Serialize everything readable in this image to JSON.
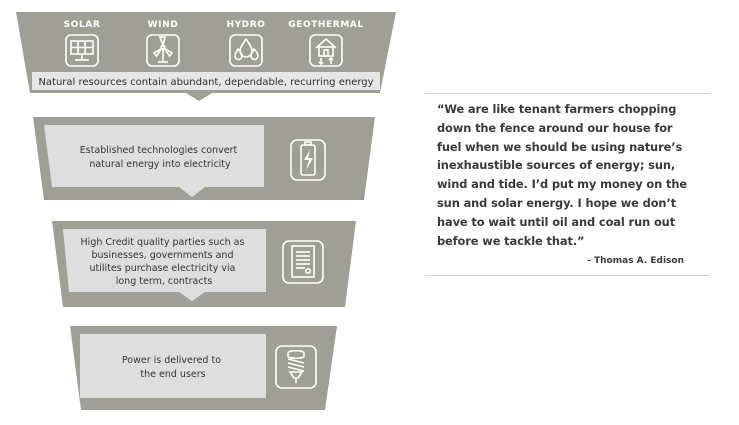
{
  "sources": [
    {
      "label": "SOLAR",
      "icon": "solar-panel-icon"
    },
    {
      "label": "WIND",
      "icon": "wind-turbine-icon"
    },
    {
      "label": "HYDRO",
      "icon": "water-drops-icon"
    },
    {
      "label": "GEOTHERMAL",
      "icon": "geothermal-house-icon"
    }
  ],
  "resources_banner": "Natural resources contain abundant, dependable, recurring energy",
  "stages": [
    {
      "lines": [
        "Established technologies convert",
        "natural energy into electricity"
      ],
      "icon": "battery-icon"
    },
    {
      "lines": [
        "High Credit quality parties such as",
        "businesses, governments and",
        "utilites purchase electricity via",
        "long term, contracts"
      ],
      "icon": "contract-document-icon"
    },
    {
      "lines": [
        "Power is delivered to",
        "the end users"
      ],
      "icon": "light-bulb-icon"
    }
  ],
  "quote": {
    "text": "“We are like tenant farmers chopping down the fence around our house for fuel when we should be using nature’s inexhaustible sources of energy; sun, wind and tide. I’d put my money on the sun and solar energy. I hope we don’t have to wait until oil and coal run out before we tackle that.”",
    "author": "- Thomas A. Edison"
  },
  "colors": {
    "band": "#a09f95",
    "panel": "#dedede",
    "text": "#333333",
    "icon_stroke": "#ffffff"
  }
}
